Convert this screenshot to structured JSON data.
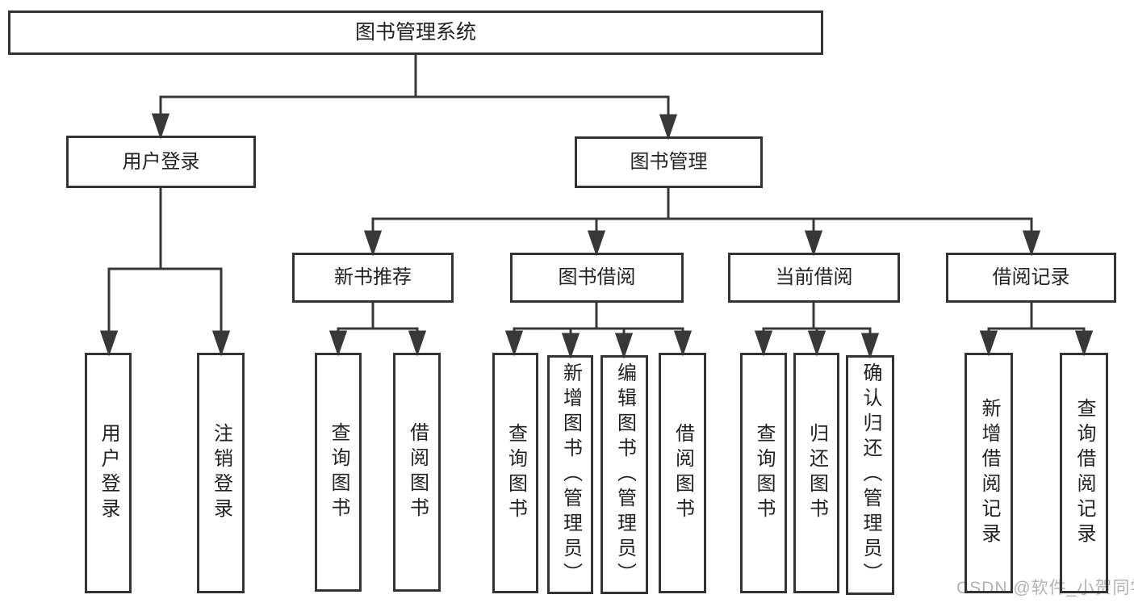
{
  "tree": {
    "label": "图书管理系统",
    "children": [
      {
        "label": "用户登录",
        "children": [
          {
            "label": "用户登录"
          },
          {
            "label": "注销登录"
          }
        ]
      },
      {
        "label": "图书管理",
        "children": [
          {
            "label": "新书推荐",
            "children": [
              {
                "label": "查询图书"
              },
              {
                "label": "借阅图书"
              }
            ]
          },
          {
            "label": "图书借阅",
            "children": [
              {
                "label": "查询图书"
              },
              {
                "label": "新增图书（管理员）"
              },
              {
                "label": "编辑图书（管理员）"
              },
              {
                "label": "借阅图书"
              }
            ]
          },
          {
            "label": "当前借阅",
            "children": [
              {
                "label": "查询图书"
              },
              {
                "label": "归还图书"
              },
              {
                "label": "确认归还（管理员）"
              }
            ]
          },
          {
            "label": "借阅记录",
            "children": [
              {
                "label": "新增借阅记录"
              },
              {
                "label": "查询借阅记录"
              }
            ]
          }
        ]
      }
    ]
  },
  "watermark": "CSDN @软件_小贺同学",
  "colors": {
    "line": "#383838",
    "border": "#333333",
    "text": "#222222",
    "watermark_text": "#b3b3b3",
    "background": "#ffffff"
  }
}
